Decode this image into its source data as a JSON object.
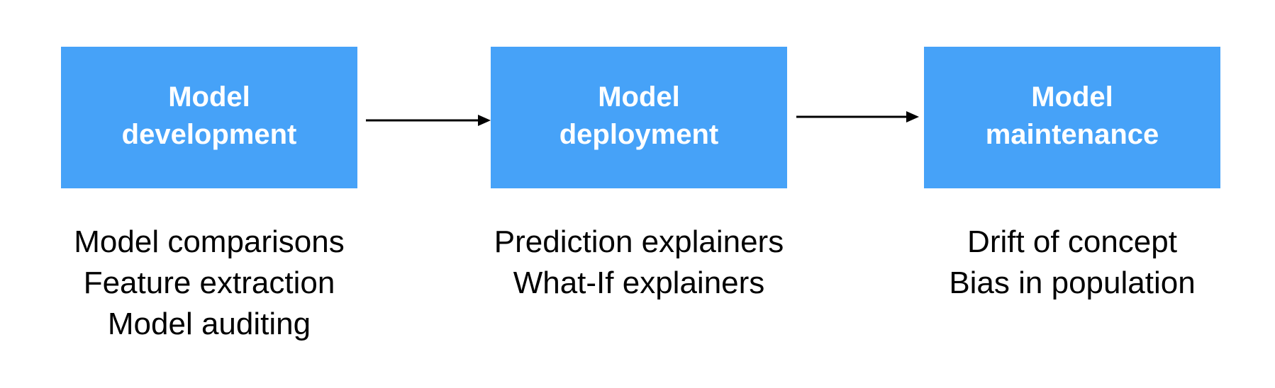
{
  "stages": [
    {
      "title_line1": "Model",
      "title_line2": "development",
      "notes": [
        "Model comparisons",
        "Feature extraction",
        "Model auditing"
      ]
    },
    {
      "title_line1": "Model",
      "title_line2": "deployment",
      "notes": [
        "Prediction explainers",
        "What-If explainers"
      ]
    },
    {
      "title_line1": "Model",
      "title_line2": "maintenance",
      "notes": [
        "Drift of concept",
        "Bias in population"
      ]
    }
  ],
  "colors": {
    "box_fill": "#46a2f8",
    "box_text": "#ffffff",
    "note_text": "#000000",
    "arrow": "#000000"
  }
}
